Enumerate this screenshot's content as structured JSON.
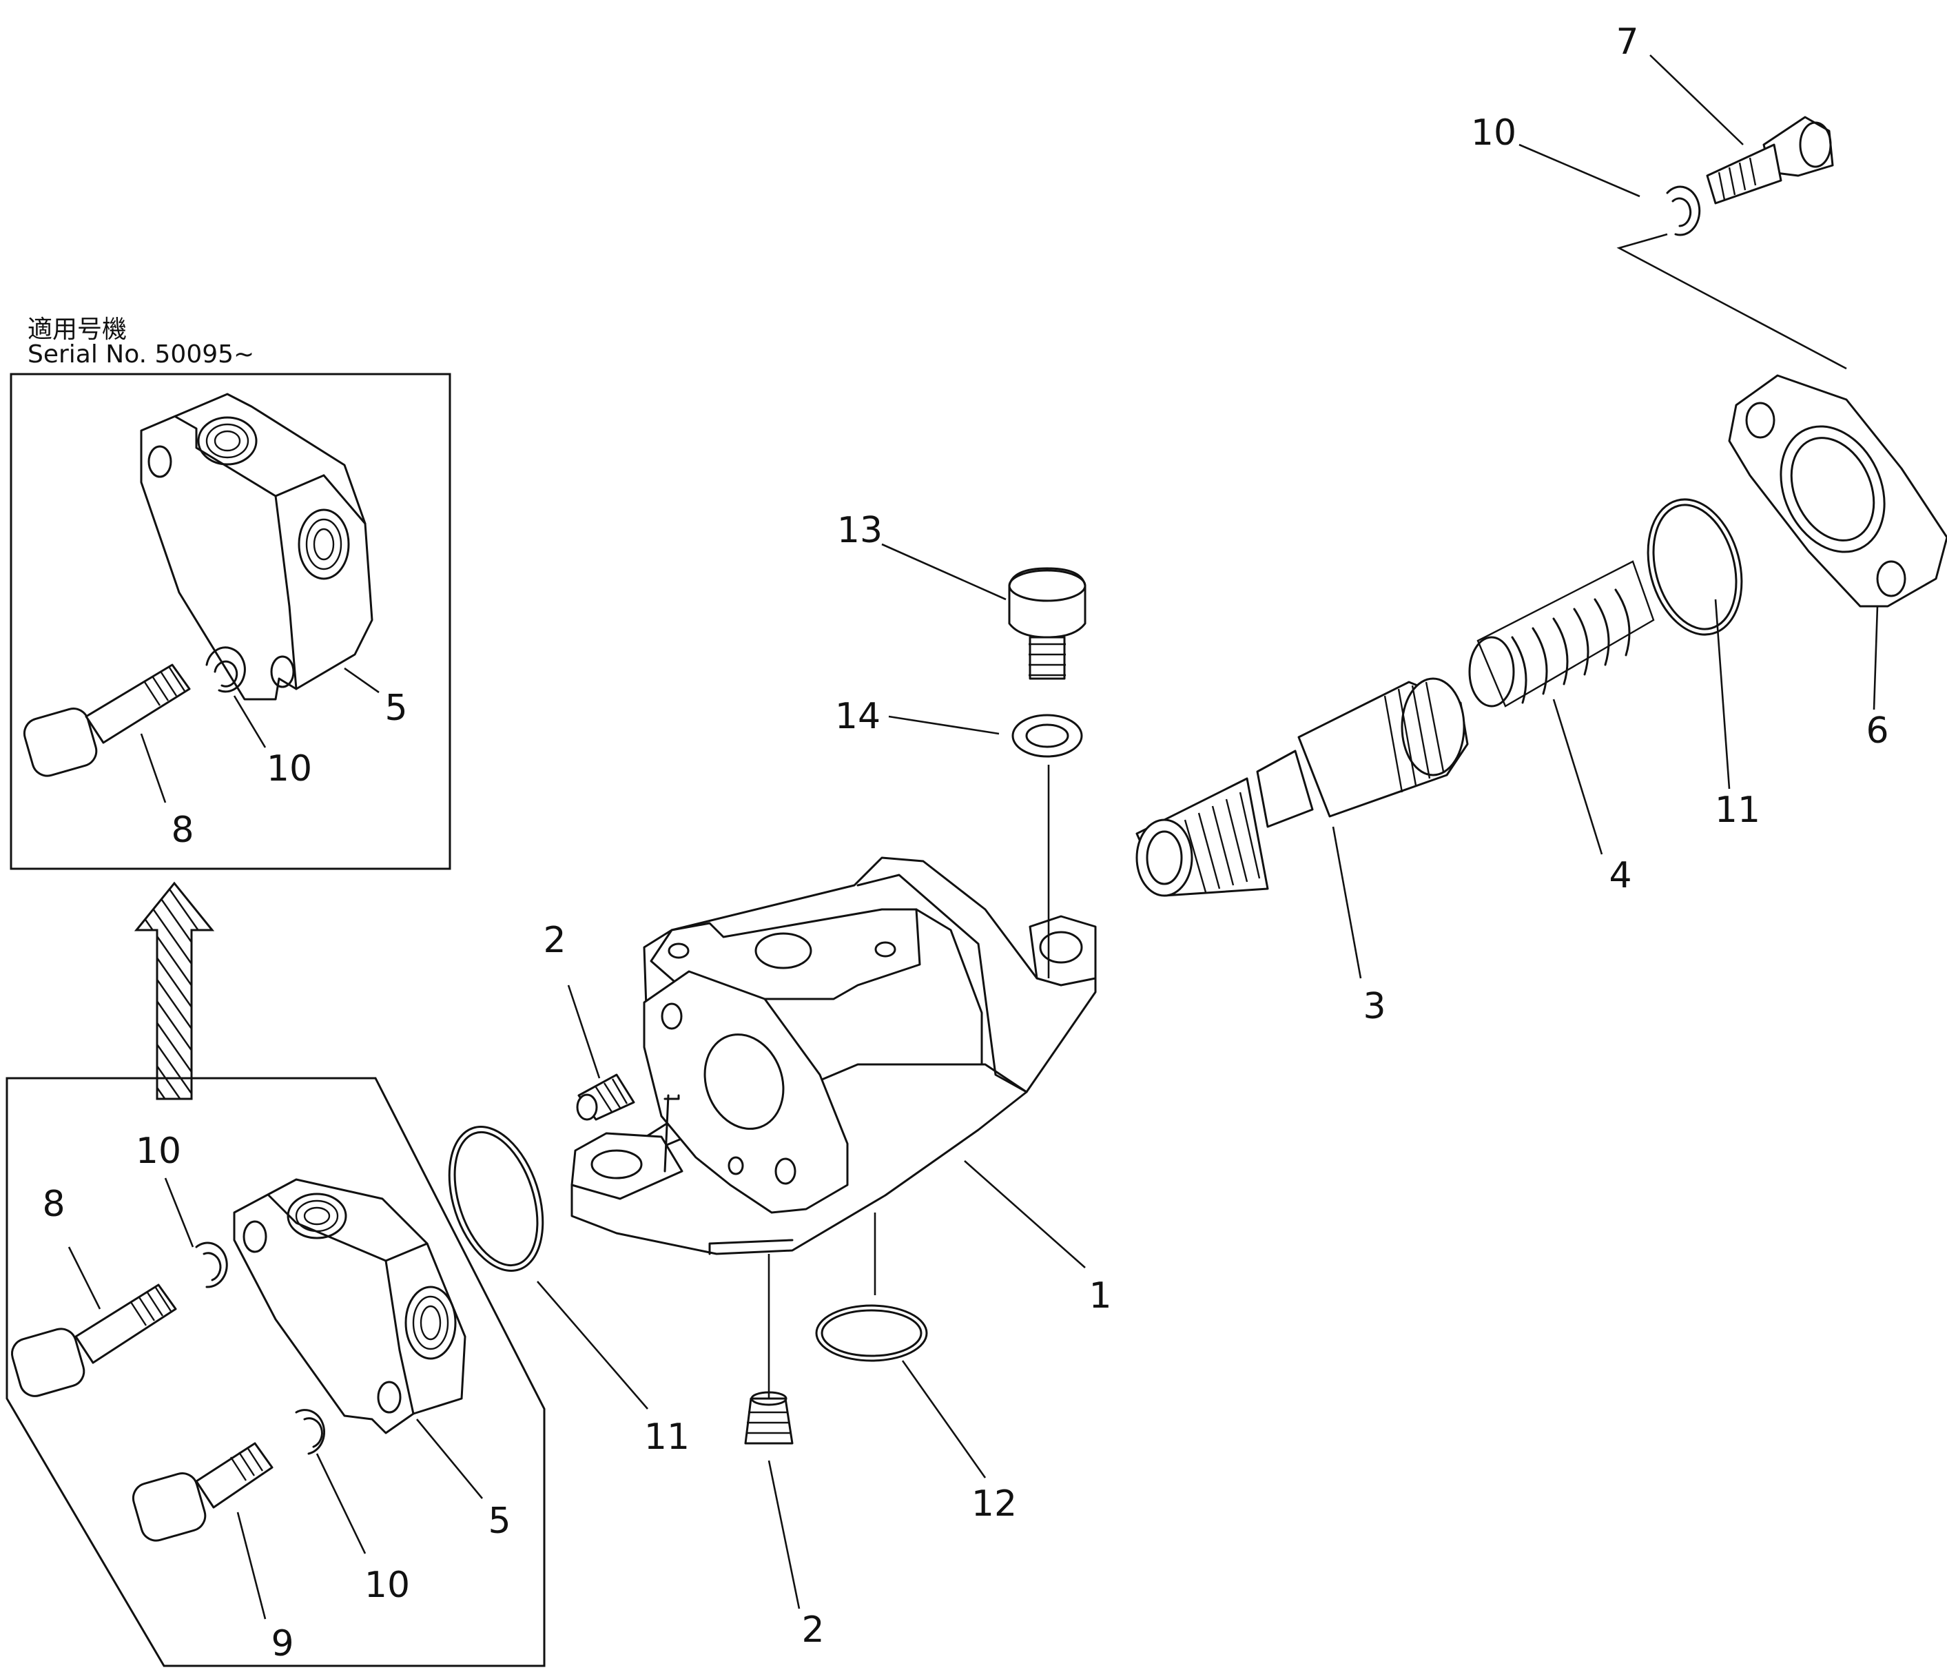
{
  "serial_note": {
    "jp": "適用号機",
    "en": "Serial  No.  50095~"
  },
  "callouts": {
    "c1": "1",
    "c2a": "2",
    "c2b": "2",
    "c3": "3",
    "c4": "4",
    "c5a": "5",
    "c5b": "5",
    "c6": "6",
    "c7": "7",
    "c8a": "8",
    "c8b": "8",
    "c9": "9",
    "c10a": "10",
    "c10b": "10",
    "c10c": "10",
    "c10d": "10",
    "c11a": "11",
    "c11b": "11",
    "c12": "12",
    "c13": "13",
    "c14": "14"
  }
}
